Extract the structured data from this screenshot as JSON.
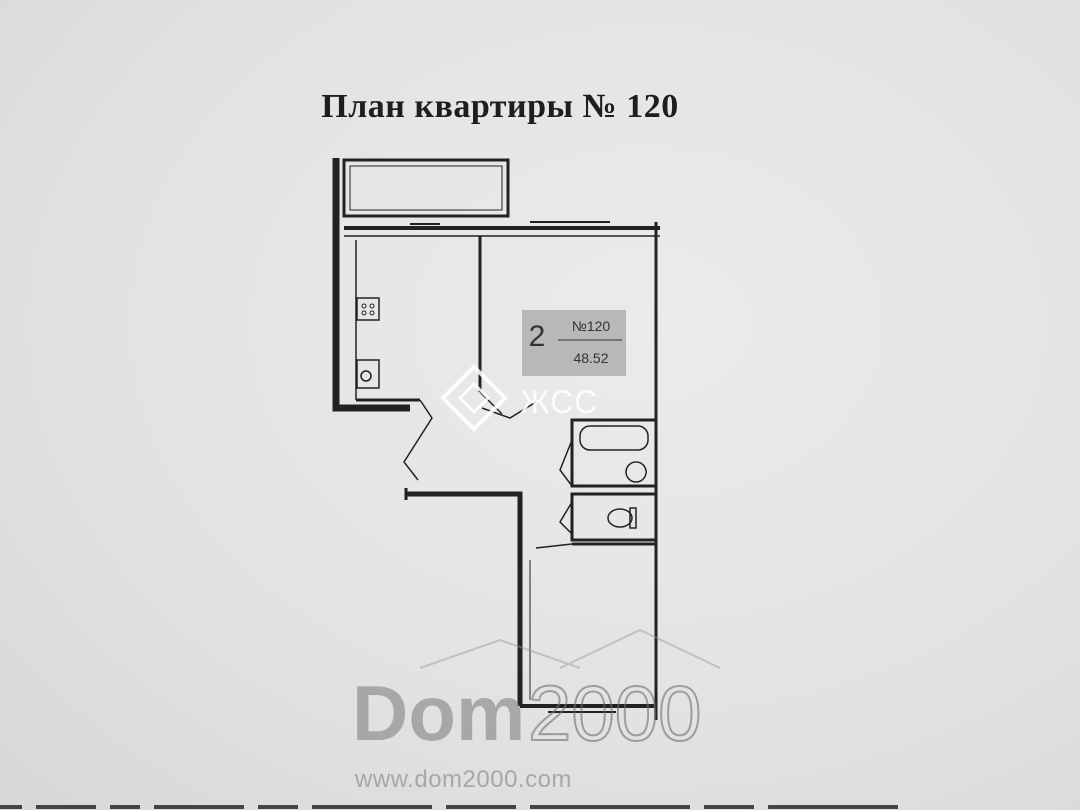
{
  "document": {
    "title": "План квартиры № 120"
  },
  "plan": {
    "rooms_count": "2",
    "apartment_number": "№120",
    "area": "48.52"
  },
  "watermarks": {
    "developer": "ЖСС",
    "site_dom": "Dom",
    "site_2000": "2000",
    "site_url": "www.dom2000.com"
  },
  "colors": {
    "paper": "#e5e4e2",
    "ink": "#1e1e1e",
    "badge": "#b8b8b8"
  }
}
